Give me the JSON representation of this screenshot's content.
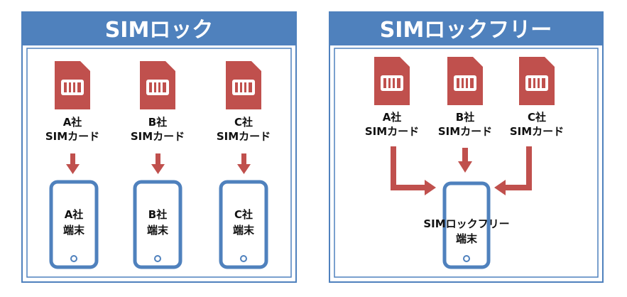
{
  "colors": {
    "panel_blue": "#4f81bd",
    "panel_border": "#3a63a0",
    "sim_red": "#c0504d",
    "arrow_red": "#c0504d",
    "text": "#111111",
    "title_text": "#ffffff"
  },
  "panels": [
    {
      "title": "SIMロック",
      "sims": [
        {
          "line1": "A社",
          "line2": "SIMカード"
        },
        {
          "line1": "B社",
          "line2": "SIMカード"
        },
        {
          "line1": "C社",
          "line2": "SIMカード"
        }
      ],
      "phones": [
        {
          "line1": "A社",
          "line2": "端末"
        },
        {
          "line1": "B社",
          "line2": "端末"
        },
        {
          "line1": "C社",
          "line2": "端末"
        }
      ]
    },
    {
      "title": "SIMロックフリー",
      "sims": [
        {
          "line1": "A社",
          "line2": "SIMカード"
        },
        {
          "line1": "B社",
          "line2": "SIMカード"
        },
        {
          "line1": "C社",
          "line2": "SIMカード"
        }
      ],
      "phone": {
        "line1": "SIMロックフリー",
        "line2": "端末"
      }
    }
  ]
}
